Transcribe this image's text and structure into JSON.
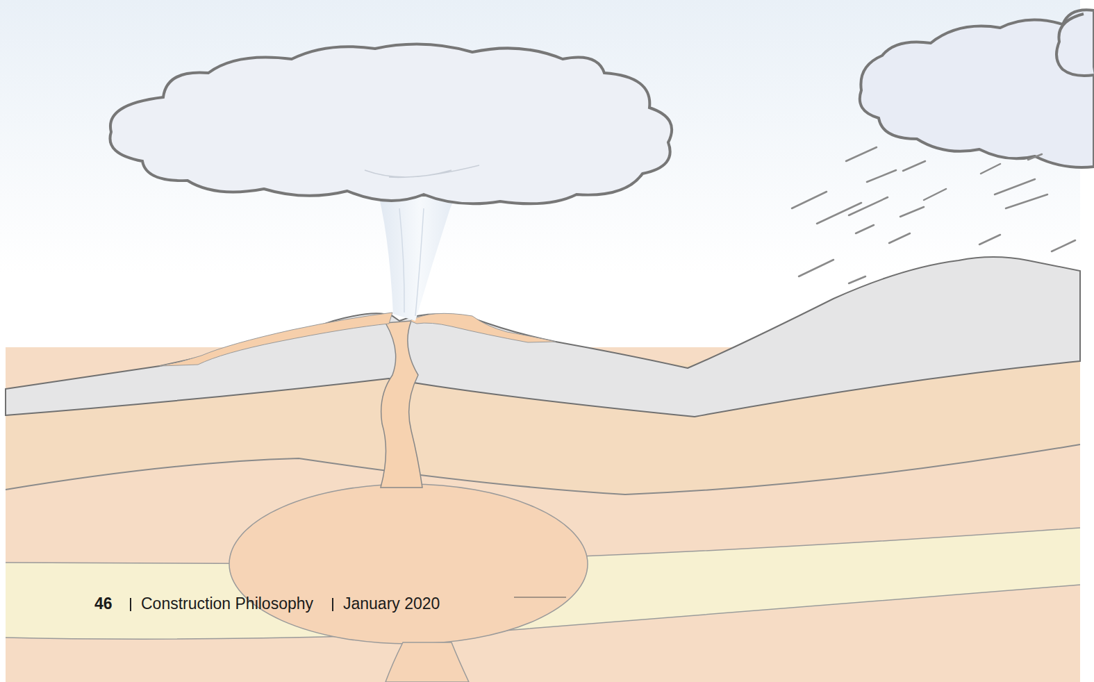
{
  "diagram": {
    "labels": [
      "46",
      "Construction Philosophy",
      "January 2020"
    ]
  }
}
